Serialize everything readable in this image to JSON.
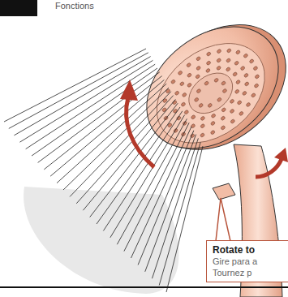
{
  "diagram": {
    "nodes": [
      {
        "text": [
          "Rotate to",
          "Gire para a",
          "Tournez p"
        ]
      }
    ],
    "labels": [
      "Fonctions"
    ]
  }
}
